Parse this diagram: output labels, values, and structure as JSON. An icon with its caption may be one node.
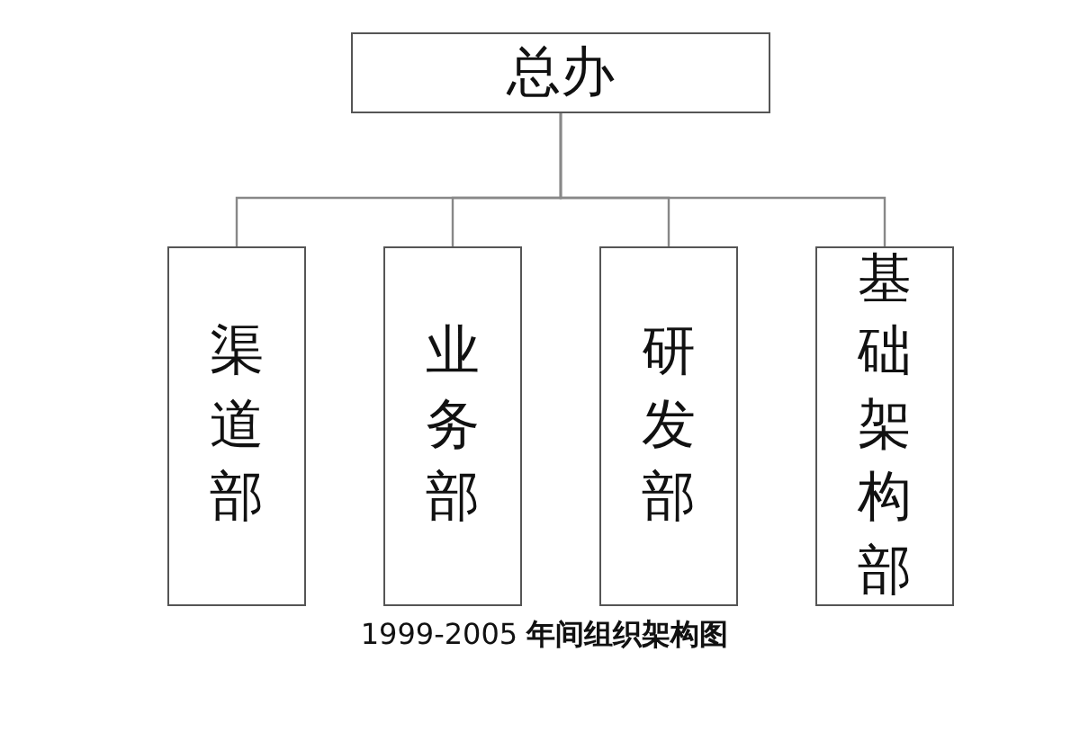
{
  "diagram": {
    "caption": "1999-2005 **年间组织架构图**",
    "nodes": [
      {
        "text": [
          "总办"
        ]
      },
      {
        "text": [
          "渠道部"
        ]
      },
      {
        "text": [
          "业务部"
        ]
      },
      {
        "text": [
          "研发部"
        ]
      },
      {
        "text": [
          "基础架构部"
        ]
      }
    ],
    "edges": [
      {
        "from": 0,
        "to": 1,
        "arrow": "none"
      },
      {
        "from": 0,
        "to": 2,
        "arrow": "none"
      },
      {
        "from": 0,
        "to": 3,
        "arrow": "none"
      },
      {
        "from": 0,
        "to": 4,
        "arrow": "none"
      }
    ]
  }
}
